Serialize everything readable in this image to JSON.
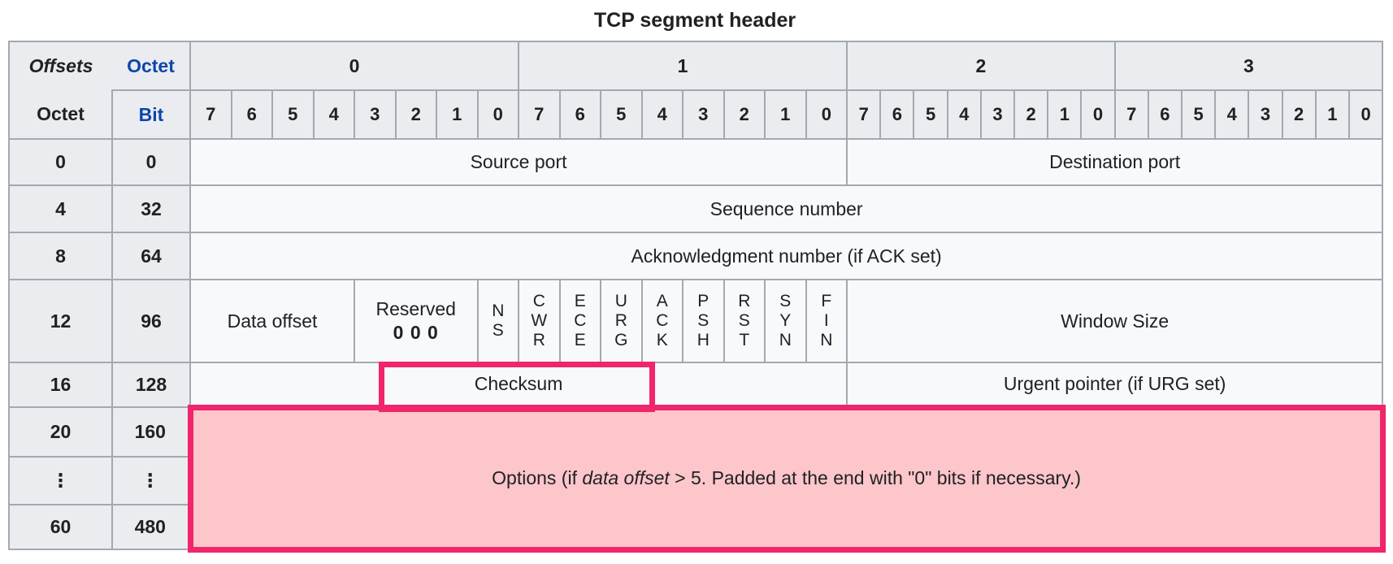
{
  "title": "TCP segment header",
  "colors": {
    "accent_pink": "#f0256b",
    "pink_fill": "#fcc6cb",
    "header_bg": "#eaecf0",
    "cell_bg": "#f8f9fa",
    "border_gray": "#a2a9b1",
    "link_blue": "#0b46ad",
    "text_color": "#202122"
  },
  "header": {
    "offsets_label": "Offsets",
    "octet_col_label": "Octet",
    "octet_row_label": "Octet",
    "bit_col_label": "Bit",
    "octet_groups": [
      "0",
      "1",
      "2",
      "3"
    ],
    "bit_numbers": [
      "7",
      "6",
      "5",
      "4",
      "3",
      "2",
      "1",
      "0"
    ]
  },
  "row_labels": [
    {
      "octet": "0",
      "bit": "0"
    },
    {
      "octet": "4",
      "bit": "32"
    },
    {
      "octet": "8",
      "bit": "64"
    },
    {
      "octet": "12",
      "bit": "96"
    },
    {
      "octet": "16",
      "bit": "128"
    },
    {
      "octet": "20",
      "bit": "160"
    },
    {
      "octet": "⋮",
      "bit": "⋮"
    },
    {
      "octet": "60",
      "bit": "480"
    }
  ],
  "fields": {
    "source_port": "Source port",
    "destination_port": "Destination port",
    "sequence_number": "Sequence number",
    "acknowledgment_number": "Acknowledgment number (if ACK set)",
    "data_offset": "Data offset",
    "reserved_label": "Reserved",
    "reserved_bits": "0 0 0",
    "flags": [
      "NS",
      "CWR",
      "ECE",
      "URG",
      "ACK",
      "PSH",
      "RST",
      "SYN",
      "FIN"
    ],
    "window_size": "Window Size",
    "checksum": "Checksum",
    "urgent_pointer": "Urgent pointer (if URG set)",
    "options_prefix": "Options (if ",
    "options_italic": "data offset",
    "options_suffix": " > 5. Padded at the end with \"0\" bits if necessary.)"
  }
}
